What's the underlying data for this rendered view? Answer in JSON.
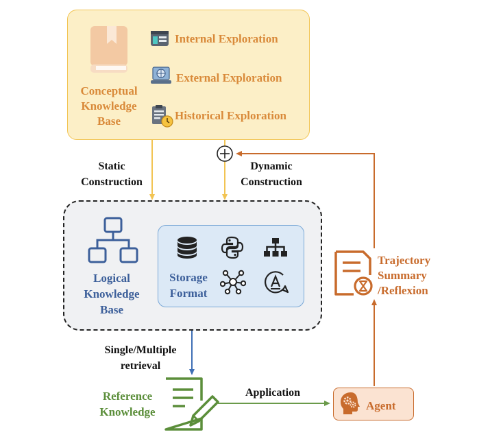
{
  "conceptual_kb": {
    "title_lines": [
      "Conceptual",
      "Knowledge",
      "Base"
    ],
    "explorations": [
      "Internal Exploration",
      "External Exploration",
      "Historical Exploration"
    ]
  },
  "construction": {
    "static_lines": [
      "Static",
      "Construction"
    ],
    "dynamic_lines": [
      "Dynamic",
      "Construction"
    ]
  },
  "logical_kb": {
    "title_lines": [
      "Logical",
      "Knowledge",
      "Base"
    ],
    "storage_lines": [
      "Storage",
      "Format"
    ]
  },
  "retrieval_lines": [
    "Single/Multiple",
    "retrieval"
  ],
  "reference_lines": [
    "Reference",
    "Knowledge"
  ],
  "application_label": "Application",
  "agent_label": "Agent",
  "trajectory_lines": [
    "Trajectory",
    "Summary",
    "/Reflexion"
  ],
  "colors": {
    "yellow_arrow": "#f2c453",
    "blue_arrow": "#3f6fb5",
    "green_arrow": "#6a9a4a",
    "orange_arrow": "#c86b2c"
  }
}
